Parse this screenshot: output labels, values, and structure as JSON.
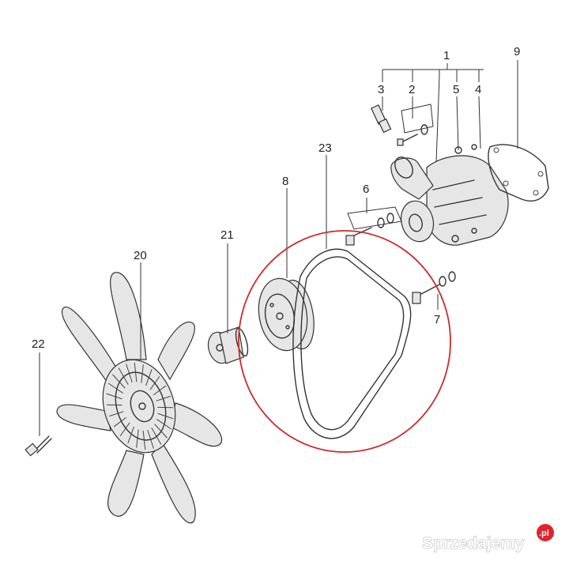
{
  "callouts": {
    "c1": "1",
    "c2": "2",
    "c3": "3",
    "c4": "4",
    "c5": "5",
    "c6": "6",
    "c7": "7",
    "c8": "8",
    "c9": "9",
    "c20": "20",
    "c21": "21",
    "c22": "22",
    "c23": "23"
  },
  "highlight": {
    "color": "#cc2b2b",
    "target": "23"
  },
  "watermark": {
    "text": "Sprzedajemy",
    "suffix": ".pl",
    "badge_color": "#e2222b"
  }
}
